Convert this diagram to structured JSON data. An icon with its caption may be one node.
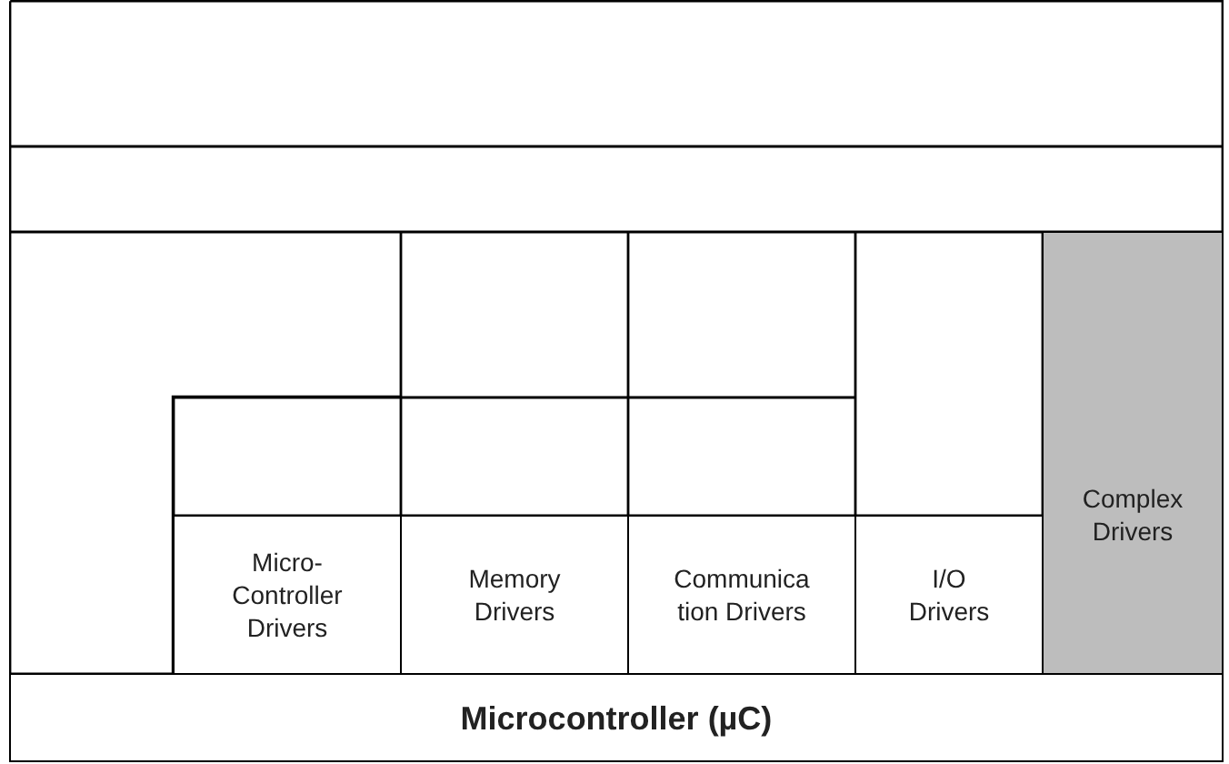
{
  "diagram": {
    "nodes": [
      {
        "text": [],
        "shape": "box"
      },
      {
        "text": [],
        "shape": "box"
      },
      {
        "text": [],
        "shape": "box"
      },
      {
        "text": [],
        "shape": "box"
      },
      {
        "text": [],
        "shape": "box"
      },
      {
        "text": [],
        "shape": "box"
      },
      {
        "text": [
          "Complex Drivers"
        ]
      },
      {
        "text": [],
        "shape": "box"
      },
      {
        "text": [],
        "shape": "box"
      },
      {
        "text": [],
        "shape": "box"
      },
      {
        "text": [
          "Micro- Controller Drivers"
        ]
      },
      {
        "text": [
          "Memory Drivers"
        ]
      },
      {
        "text": [
          "Communica tion Drivers"
        ]
      },
      {
        "text": [
          "I/O Drivers"
        ]
      },
      {
        "text": [
          "Microcontroller (µC)"
        ]
      }
    ]
  }
}
